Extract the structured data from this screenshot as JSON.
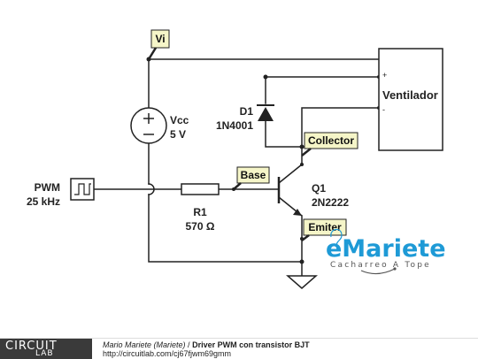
{
  "labels": {
    "vi": "Vi",
    "vcc_name": "Vcc",
    "vcc_value": "5 V",
    "d1_name": "D1",
    "d1_part": "1N4001",
    "pwm_name": "PWM",
    "pwm_freq": "25 kHz",
    "r1_name": "R1",
    "r1_value": "570 Ω",
    "q1_name": "Q1",
    "q1_part": "2N2222",
    "fan_name": "Ventilador",
    "fan_plus": "+",
    "fan_minus": "-",
    "collector": "Collector",
    "base": "Base",
    "emitter": "Emiter"
  },
  "logo": {
    "name": "eMariete",
    "tagline": "Cacharreo A Tope"
  },
  "footer": {
    "brand": "CIRCUIT",
    "brand_sub": "LAB",
    "author": "Mario Mariete (Mariete)",
    "separator": "/",
    "title": "Driver PWM con transistor BJT",
    "url": "http://circuitlab.com/cj67fjwm69gmm"
  },
  "colors": {
    "wire": "#222222",
    "tag_fill": "#f5f5c8",
    "logo_blue": "#1e9ad6",
    "footer_bg": "#3a3a3a"
  }
}
